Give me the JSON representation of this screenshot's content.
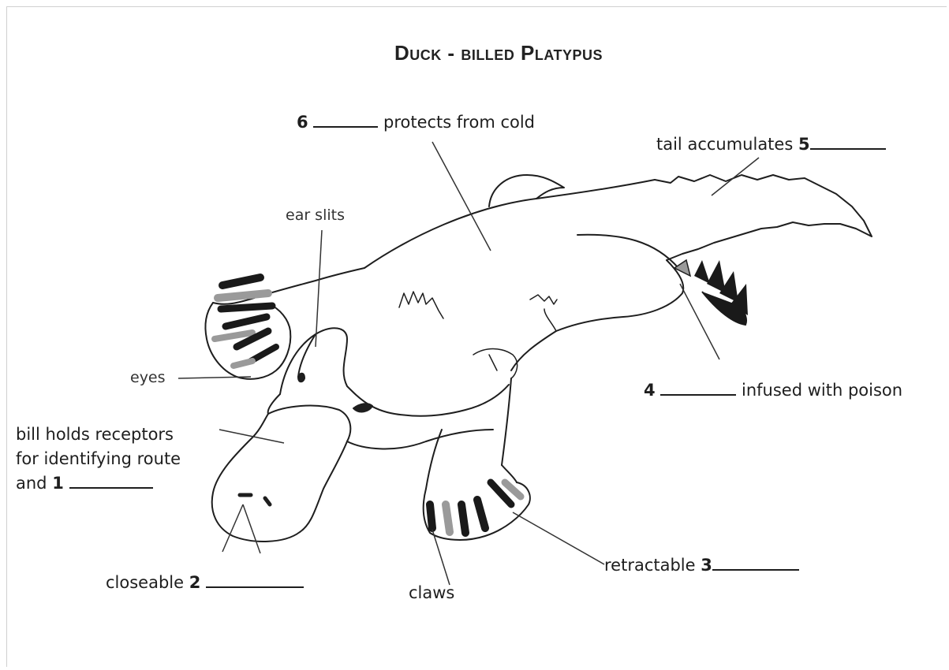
{
  "title": {
    "part1": "Duck - billed Platypus"
  },
  "labels": {
    "l6_num": "6",
    "l6_text": "protects from cold",
    "l5_text": "tail accumulates",
    "l5_num": "5",
    "ear": "ear slits",
    "eyes": "eyes",
    "bill_line1": "bill holds receptors",
    "bill_line2": "for identifying route",
    "bill_line3": "and",
    "l1_num": "1",
    "l4_num": "4",
    "l4_text": "infused with poison",
    "closeable": "closeable",
    "l2_num": "2",
    "claws": "claws",
    "retractable": "retractable",
    "l3_num": "3"
  },
  "colors": {
    "ink": "#1e1e1e",
    "stripe_dark": "#1a1a1a",
    "stripe_gray": "#9a9a9a"
  }
}
